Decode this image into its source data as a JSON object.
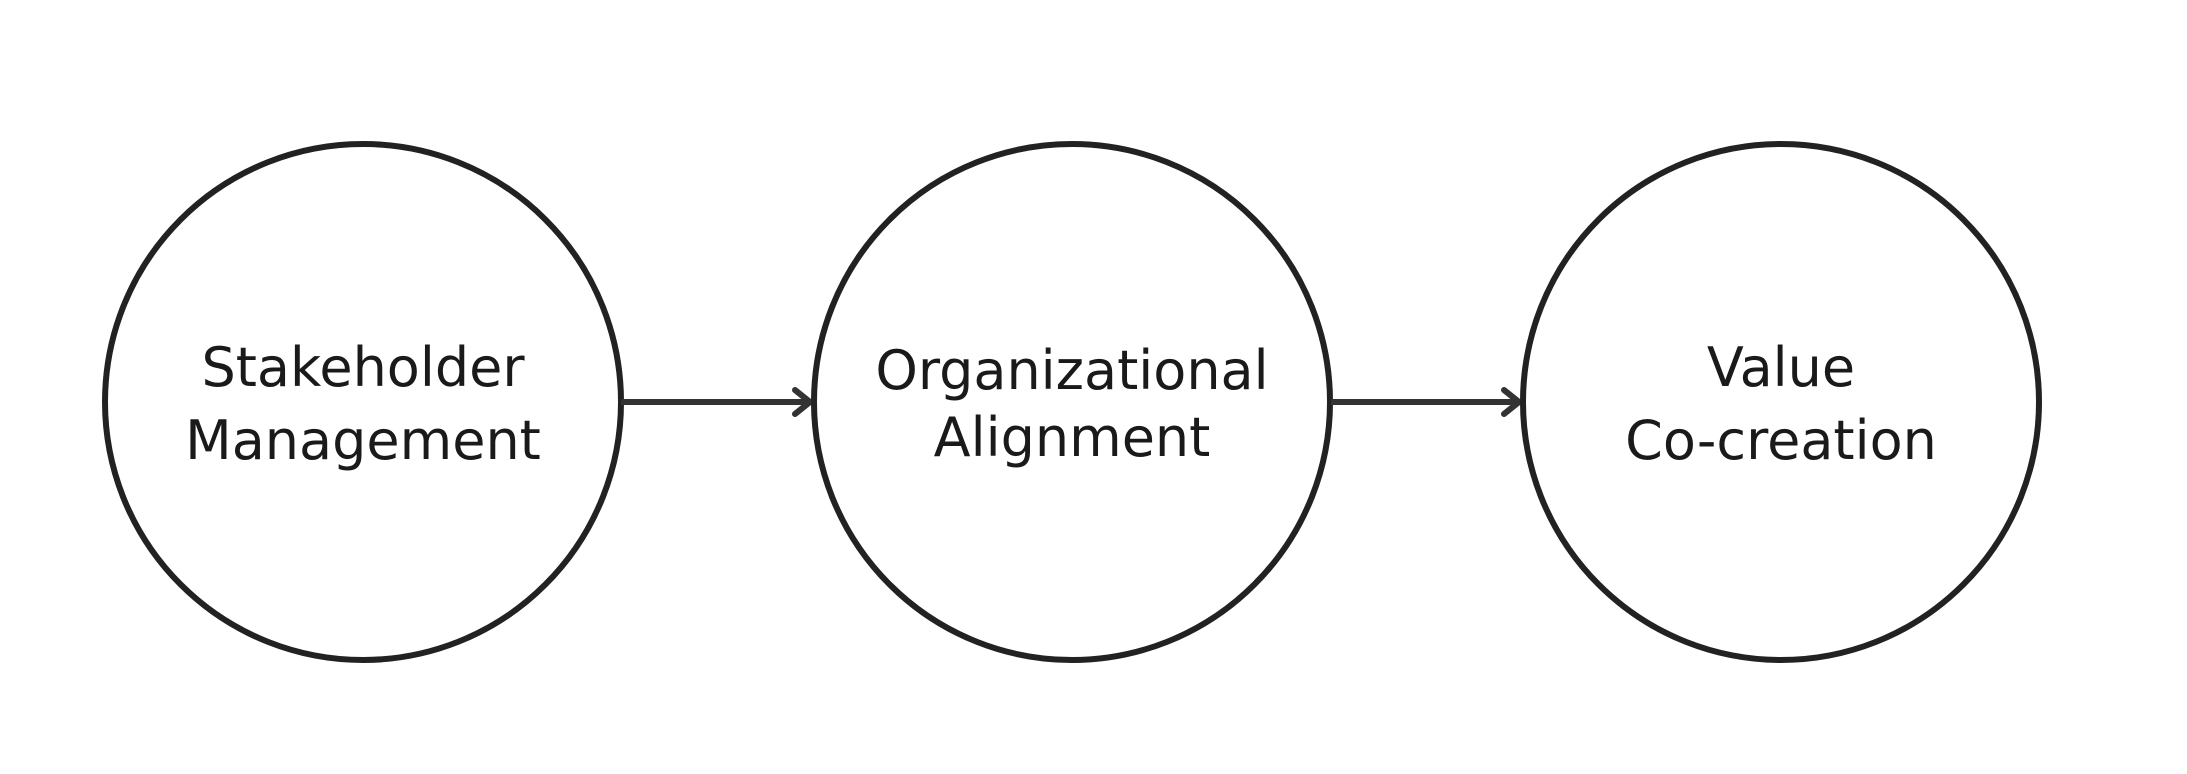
{
  "nodes": [
    {
      "id": "stakeholder-management",
      "lines": [
        "Stakeholder",
        "Management"
      ]
    },
    {
      "id": "organizational-alignment",
      "lines": [
        "Organizational",
        "Alignment"
      ]
    },
    {
      "id": "value-co-creation",
      "lines": [
        "Value",
        "Co-creation"
      ]
    }
  ],
  "edges": [
    {
      "from": "stakeholder-management",
      "to": "organizational-alignment"
    },
    {
      "from": "organizational-alignment",
      "to": "value-co-creation"
    }
  ],
  "colors": {
    "stroke": "#222222",
    "arrow": "#333333",
    "text": "#1a1a1a",
    "background": "#ffffff"
  }
}
